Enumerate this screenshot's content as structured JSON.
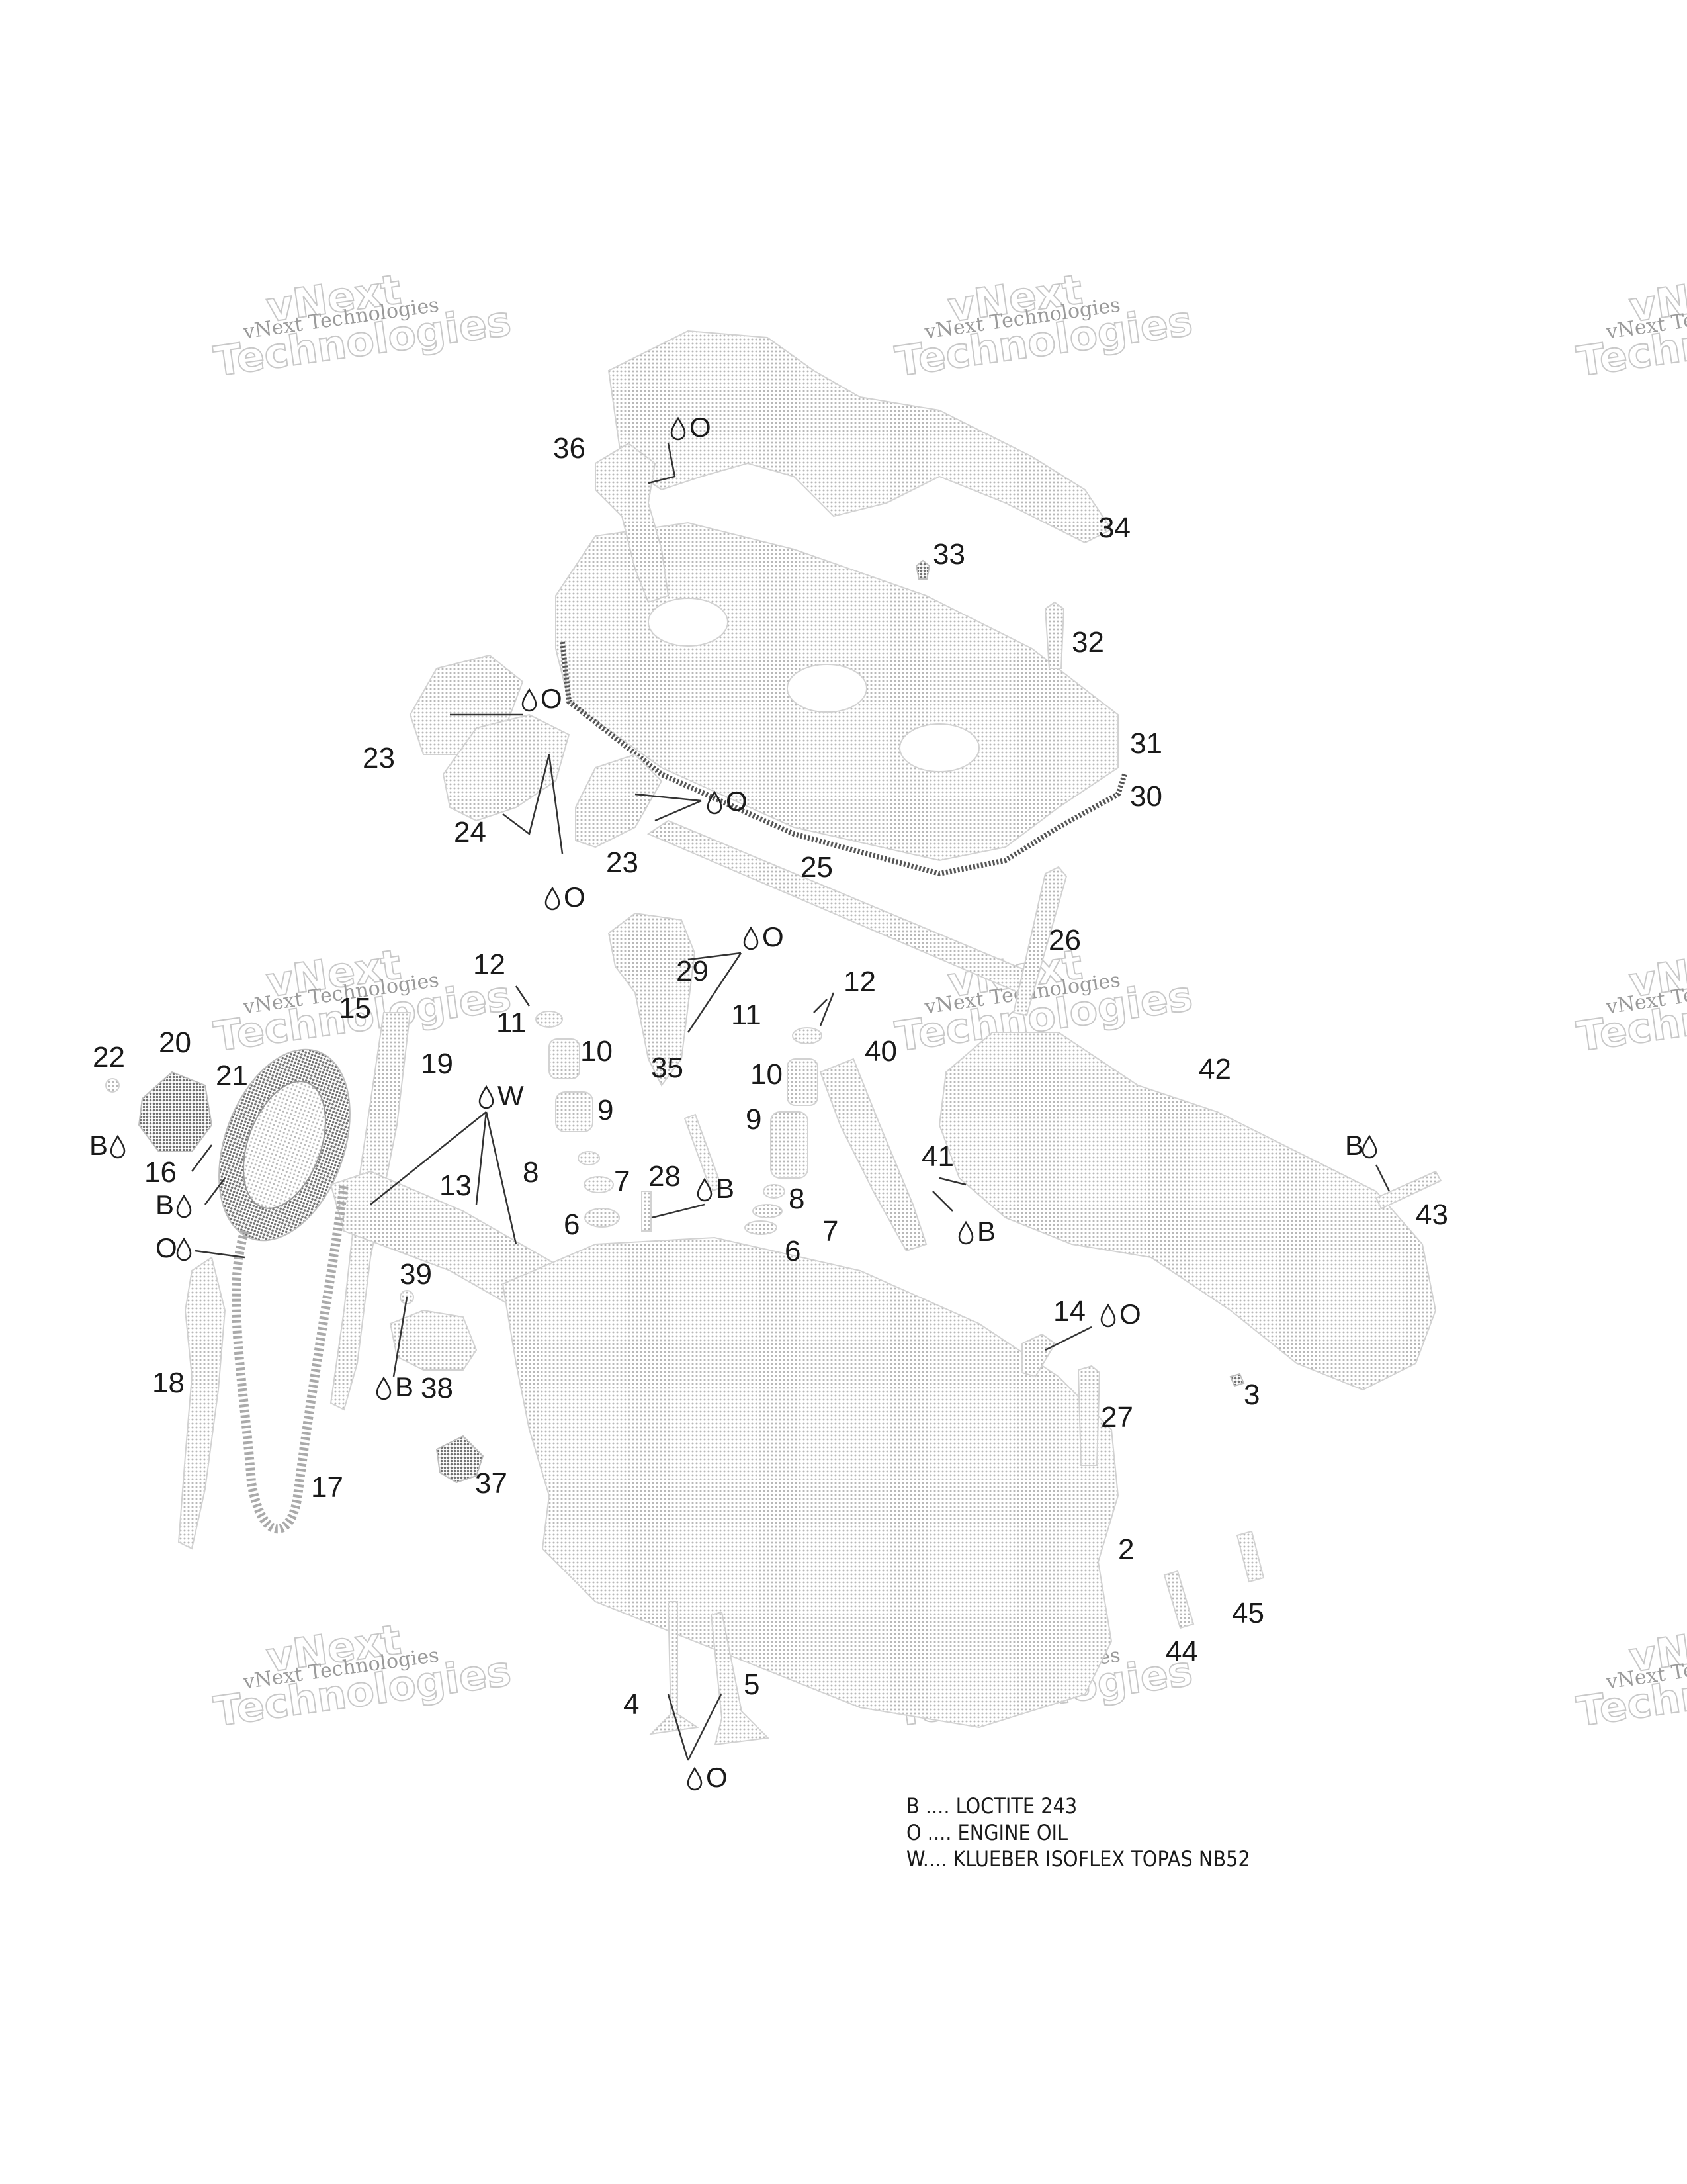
{
  "callouts": [
    {
      "id": "c36",
      "text": "36"
    },
    {
      "id": "c34",
      "text": "34"
    },
    {
      "id": "c33",
      "text": "33"
    },
    {
      "id": "c32",
      "text": "32"
    },
    {
      "id": "c31",
      "text": "31"
    },
    {
      "id": "c30",
      "text": "30"
    },
    {
      "id": "c23a",
      "text": "23"
    },
    {
      "id": "c24",
      "text": "24"
    },
    {
      "id": "c23b",
      "text": "23"
    },
    {
      "id": "c25",
      "text": "25"
    },
    {
      "id": "c26",
      "text": "26"
    },
    {
      "id": "c29",
      "text": "29"
    },
    {
      "id": "c12a",
      "text": "12"
    },
    {
      "id": "c12b",
      "text": "12"
    },
    {
      "id": "c11a",
      "text": "11"
    },
    {
      "id": "c11b",
      "text": "11"
    },
    {
      "id": "c10a",
      "text": "10"
    },
    {
      "id": "c10b",
      "text": "10"
    },
    {
      "id": "c9a",
      "text": "9"
    },
    {
      "id": "c9b",
      "text": "9"
    },
    {
      "id": "c8a",
      "text": "8"
    },
    {
      "id": "c8b",
      "text": "8"
    },
    {
      "id": "c7a",
      "text": "7"
    },
    {
      "id": "c7b",
      "text": "7"
    },
    {
      "id": "c6a",
      "text": "6"
    },
    {
      "id": "c6b",
      "text": "6"
    },
    {
      "id": "c35",
      "text": "35"
    },
    {
      "id": "c28",
      "text": "28"
    },
    {
      "id": "c40",
      "text": "40"
    },
    {
      "id": "c41",
      "text": "41"
    },
    {
      "id": "c42",
      "text": "42"
    },
    {
      "id": "c43",
      "text": "43"
    },
    {
      "id": "c22",
      "text": "22"
    },
    {
      "id": "c20",
      "text": "20"
    },
    {
      "id": "c21",
      "text": "21"
    },
    {
      "id": "c15",
      "text": "15"
    },
    {
      "id": "c19",
      "text": "19"
    },
    {
      "id": "c16",
      "text": "16"
    },
    {
      "id": "c13",
      "text": "13"
    },
    {
      "id": "c39",
      "text": "39"
    },
    {
      "id": "c38",
      "text": "38"
    },
    {
      "id": "c18",
      "text": "18"
    },
    {
      "id": "c17",
      "text": "17"
    },
    {
      "id": "c37",
      "text": "37"
    },
    {
      "id": "c14",
      "text": "14"
    },
    {
      "id": "c3",
      "text": "3"
    },
    {
      "id": "c27",
      "text": "27"
    },
    {
      "id": "c2",
      "text": "2"
    },
    {
      "id": "c45",
      "text": "45"
    },
    {
      "id": "c44",
      "text": "44"
    },
    {
      "id": "c4",
      "text": "4"
    },
    {
      "id": "c5",
      "text": "5"
    }
  ],
  "lube_tags": [
    {
      "id": "l36",
      "code": "O"
    },
    {
      "id": "l23a",
      "code": "O"
    },
    {
      "id": "l23b",
      "code": "O"
    },
    {
      "id": "l24",
      "code": "O"
    },
    {
      "id": "l29",
      "code": "O"
    },
    {
      "id": "lW",
      "code": "W"
    },
    {
      "id": "l28",
      "code": "B"
    },
    {
      "id": "l41",
      "code": "B"
    },
    {
      "id": "l43",
      "code": "B"
    },
    {
      "id": "l22",
      "code": "B"
    },
    {
      "id": "l16",
      "code": "B"
    },
    {
      "id": "l17",
      "code": "O"
    },
    {
      "id": "l38",
      "code": "B"
    },
    {
      "id": "l14",
      "code": "O"
    },
    {
      "id": "l45",
      "code": "O"
    }
  ],
  "legend": [
    "B .... LOCTITE 243",
    "O .... ENGINE OIL",
    "W.... KLUEBER ISOFLEX TOPAS NB52"
  ],
  "watermark": {
    "line1": "vNext Technologies",
    "line2": "vNext",
    "line3": "Technologies"
  }
}
